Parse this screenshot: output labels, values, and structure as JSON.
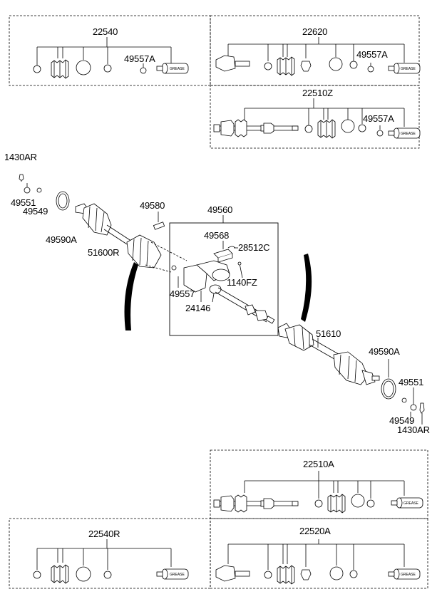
{
  "kits": {
    "top_left": "22540",
    "top_right": "22620",
    "middle_right": "22510Z",
    "bottom_right_upper": "22510A",
    "bottom_left": "22540R",
    "bottom_right_lower": "22520A"
  },
  "grease_labels": [
    "49557A",
    "49557A",
    "49557A"
  ],
  "grease_text": "GREASE",
  "parts": {
    "p1430AR_left": "1430AR",
    "p49551_left": "49551",
    "p49549_left": "49549",
    "p49590A_left": "49590A",
    "p51600R": "51600R",
    "p49580": "49580",
    "p49560": "49560",
    "p49568": "49568",
    "p28512C": "28512C",
    "p1140FZ": "1140FZ",
    "p49557": "49557",
    "p24146": "24146",
    "p51610": "51610",
    "p49590A_right": "49590A",
    "p49551_right": "49551",
    "p49549_right": "49549",
    "p1430AR_right": "1430AR"
  }
}
